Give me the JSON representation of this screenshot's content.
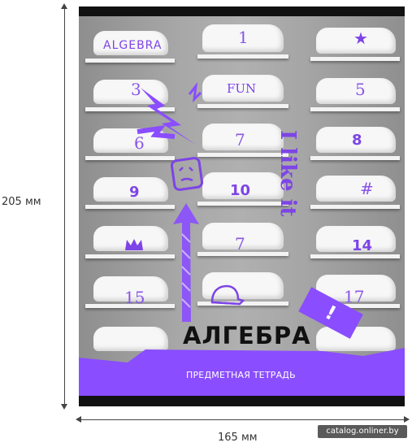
{
  "dimensions": {
    "height_label": "205 мм",
    "width_label": "165 мм"
  },
  "cover": {
    "title": "АЛГЕБРА",
    "subtitle": "ПРЕДМЕТНАЯ ТЕТРАДЬ",
    "doodles": {
      "algebra_en": "ALGEBRA",
      "fun": "FUN",
      "like": "I like it",
      "exclamation": "!"
    },
    "shoe_numbers": [
      "1",
      "3",
      "5",
      "6",
      "7",
      "8",
      "9",
      "10",
      "#",
      "7",
      "14",
      "15",
      "17"
    ],
    "accent_color": "#8a4dff",
    "bar_color": "#111111"
  },
  "watermark": "catalog.onliner.by",
  "icons": [
    "star-icon",
    "lightning-icon",
    "arrow-up-icon",
    "crown-icon",
    "cap-icon",
    "face-icon"
  ]
}
